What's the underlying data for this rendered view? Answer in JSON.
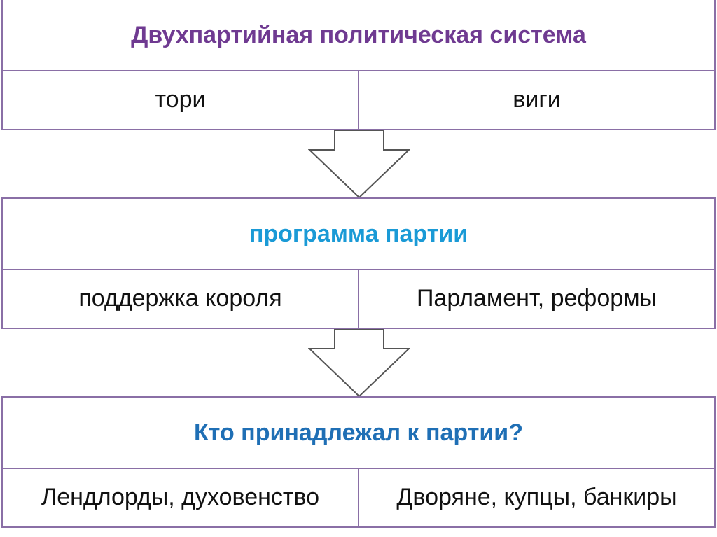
{
  "diagram": {
    "sections": [
      {
        "title": "Двухпартийная политическая система",
        "title_color": "#6f3a91",
        "left": "тори",
        "right": "виги"
      },
      {
        "title": "программа партии",
        "title_color": "#1a9ad6",
        "left": "поддержка короля",
        "right": "Парламент, реформы"
      },
      {
        "title": "Кто принадлежал к партии?",
        "title_color": "#1f6fb5",
        "left": "Лендлорды, духовенство",
        "right": "Дворяне, купцы, банкиры"
      }
    ],
    "colors": {
      "border": "#8a6fa6",
      "arrow_stroke": "#555555"
    }
  }
}
